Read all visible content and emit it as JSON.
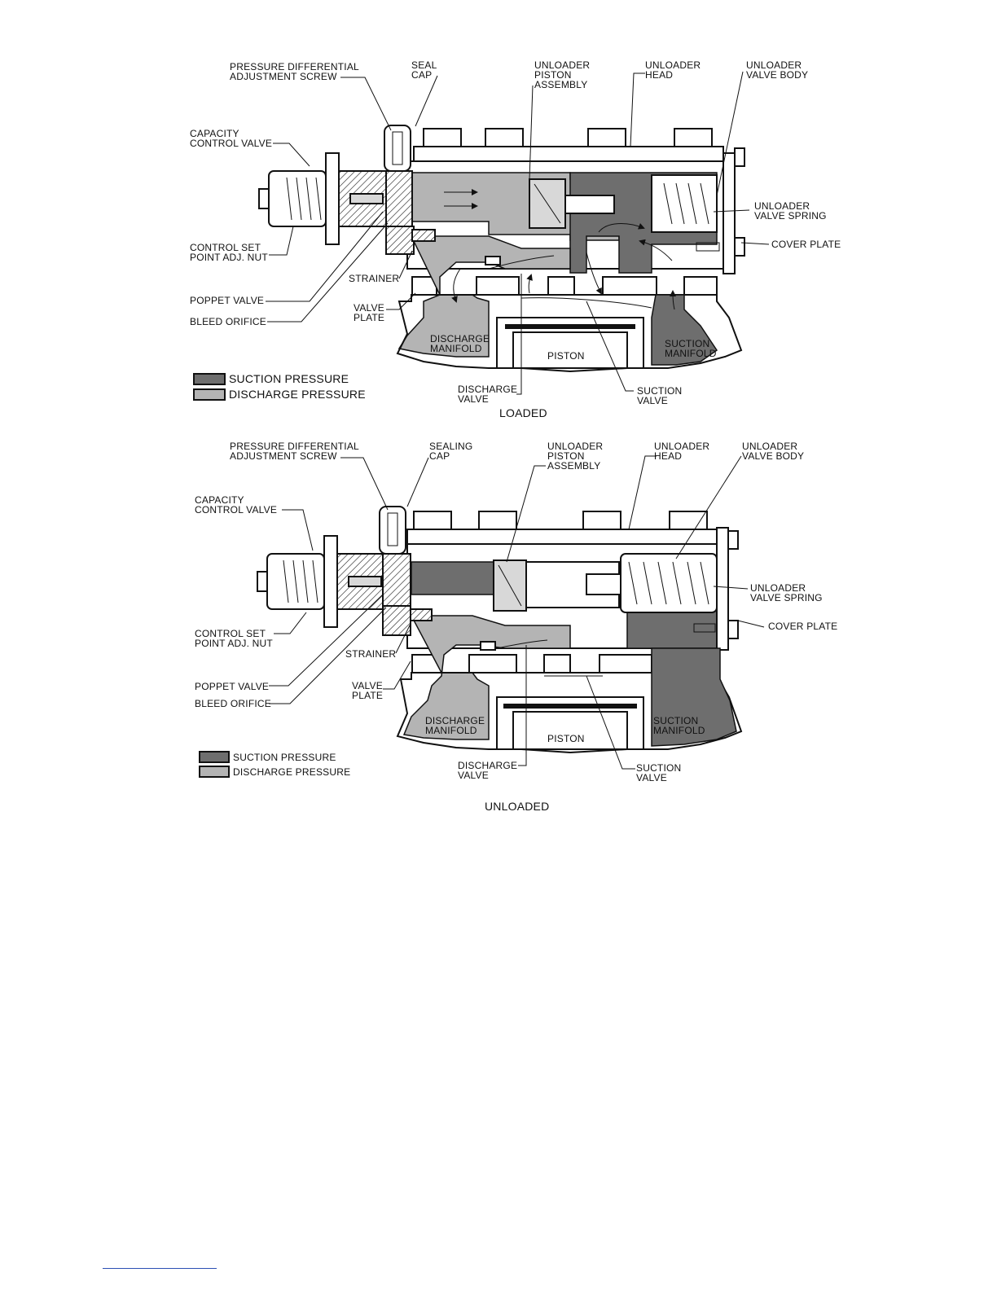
{
  "colors": {
    "suction": "#6e6e6e",
    "discharge": "#b4b4b4",
    "outline": "#111111",
    "background": "#ffffff",
    "rule": "#2b4fb3"
  },
  "loaded": {
    "caption": "LOADED",
    "labels": {
      "pd_screw_1": "PRESSURE DIFFERENTIAL",
      "pd_screw_2": "ADJUSTMENT SCREW",
      "seal_cap_1": "SEAL",
      "seal_cap_2": "CAP",
      "piston_asm_1": "UNLOADER",
      "piston_asm_2": "PISTON",
      "piston_asm_3": "ASSEMBLY",
      "head_1": "UNLOADER",
      "head_2": "HEAD",
      "valve_body_1": "UNLOADER",
      "valve_body_2": "VALVE BODY",
      "ccv_1": "CAPACITY",
      "ccv_2": "CONTROL VALVE",
      "spring_1": "UNLOADER",
      "spring_2": "VALVE SPRING",
      "cover_plate": "COVER PLATE",
      "set_point_1": "CONTROL SET",
      "set_point_2": "POINT ADJ. NUT",
      "strainer": "STRAINER",
      "poppet": "POPPET VALVE",
      "valve_plate_1": "VALVE",
      "valve_plate_2": "PLATE",
      "bleed": "BLEED ORIFICE",
      "discharge_manifold_1": "DISCHARGE",
      "discharge_manifold_2": "MANIFOLD",
      "piston": "PISTON",
      "suction_manifold_1": "SUCTION",
      "suction_manifold_2": "MANIFOLD",
      "discharge_valve_1": "DISCHARGE",
      "discharge_valve_2": "VALVE",
      "suction_valve_1": "SUCTION",
      "suction_valve_2": "VALVE"
    },
    "legend": {
      "suction": "SUCTION PRESSURE",
      "discharge": "DISCHARGE PRESSURE"
    }
  },
  "unloaded": {
    "caption": "UNLOADED",
    "labels": {
      "pd_screw_1": "PRESSURE DIFFERENTIAL",
      "pd_screw_2": "ADJUSTMENT SCREW",
      "seal_cap_1": "SEALING",
      "seal_cap_2": "CAP",
      "piston_asm_1": "UNLOADER",
      "piston_asm_2": "PISTON",
      "piston_asm_3": "ASSEMBLY",
      "head_1": "UNLOADER",
      "head_2": "HEAD",
      "valve_body_1": "UNLOADER",
      "valve_body_2": "VALVE BODY",
      "ccv_1": "CAPACITY",
      "ccv_2": "CONTROL VALVE",
      "spring_1": "UNLOADER",
      "spring_2": "VALVE SPRING",
      "cover_plate": "COVER PLATE",
      "set_point_1": "CONTROL SET",
      "set_point_2": "POINT ADJ. NUT",
      "strainer": "STRAINER",
      "poppet": "POPPET VALVE",
      "valve_plate_1": "VALVE",
      "valve_plate_2": "PLATE",
      "bleed": "BLEED ORIFICE",
      "discharge_manifold_1": "DISCHARGE",
      "discharge_manifold_2": "MANIFOLD",
      "piston": "PISTON",
      "suction_manifold_1": "SUCTION",
      "suction_manifold_2": "MANIFOLD",
      "discharge_valve_1": "DISCHARGE",
      "discharge_valve_2": "VALVE",
      "suction_valve_1": "SUCTION",
      "suction_valve_2": "VALVE"
    },
    "legend": {
      "suction": "SUCTION PRESSURE",
      "discharge": "DISCHARGE PRESSURE"
    }
  }
}
